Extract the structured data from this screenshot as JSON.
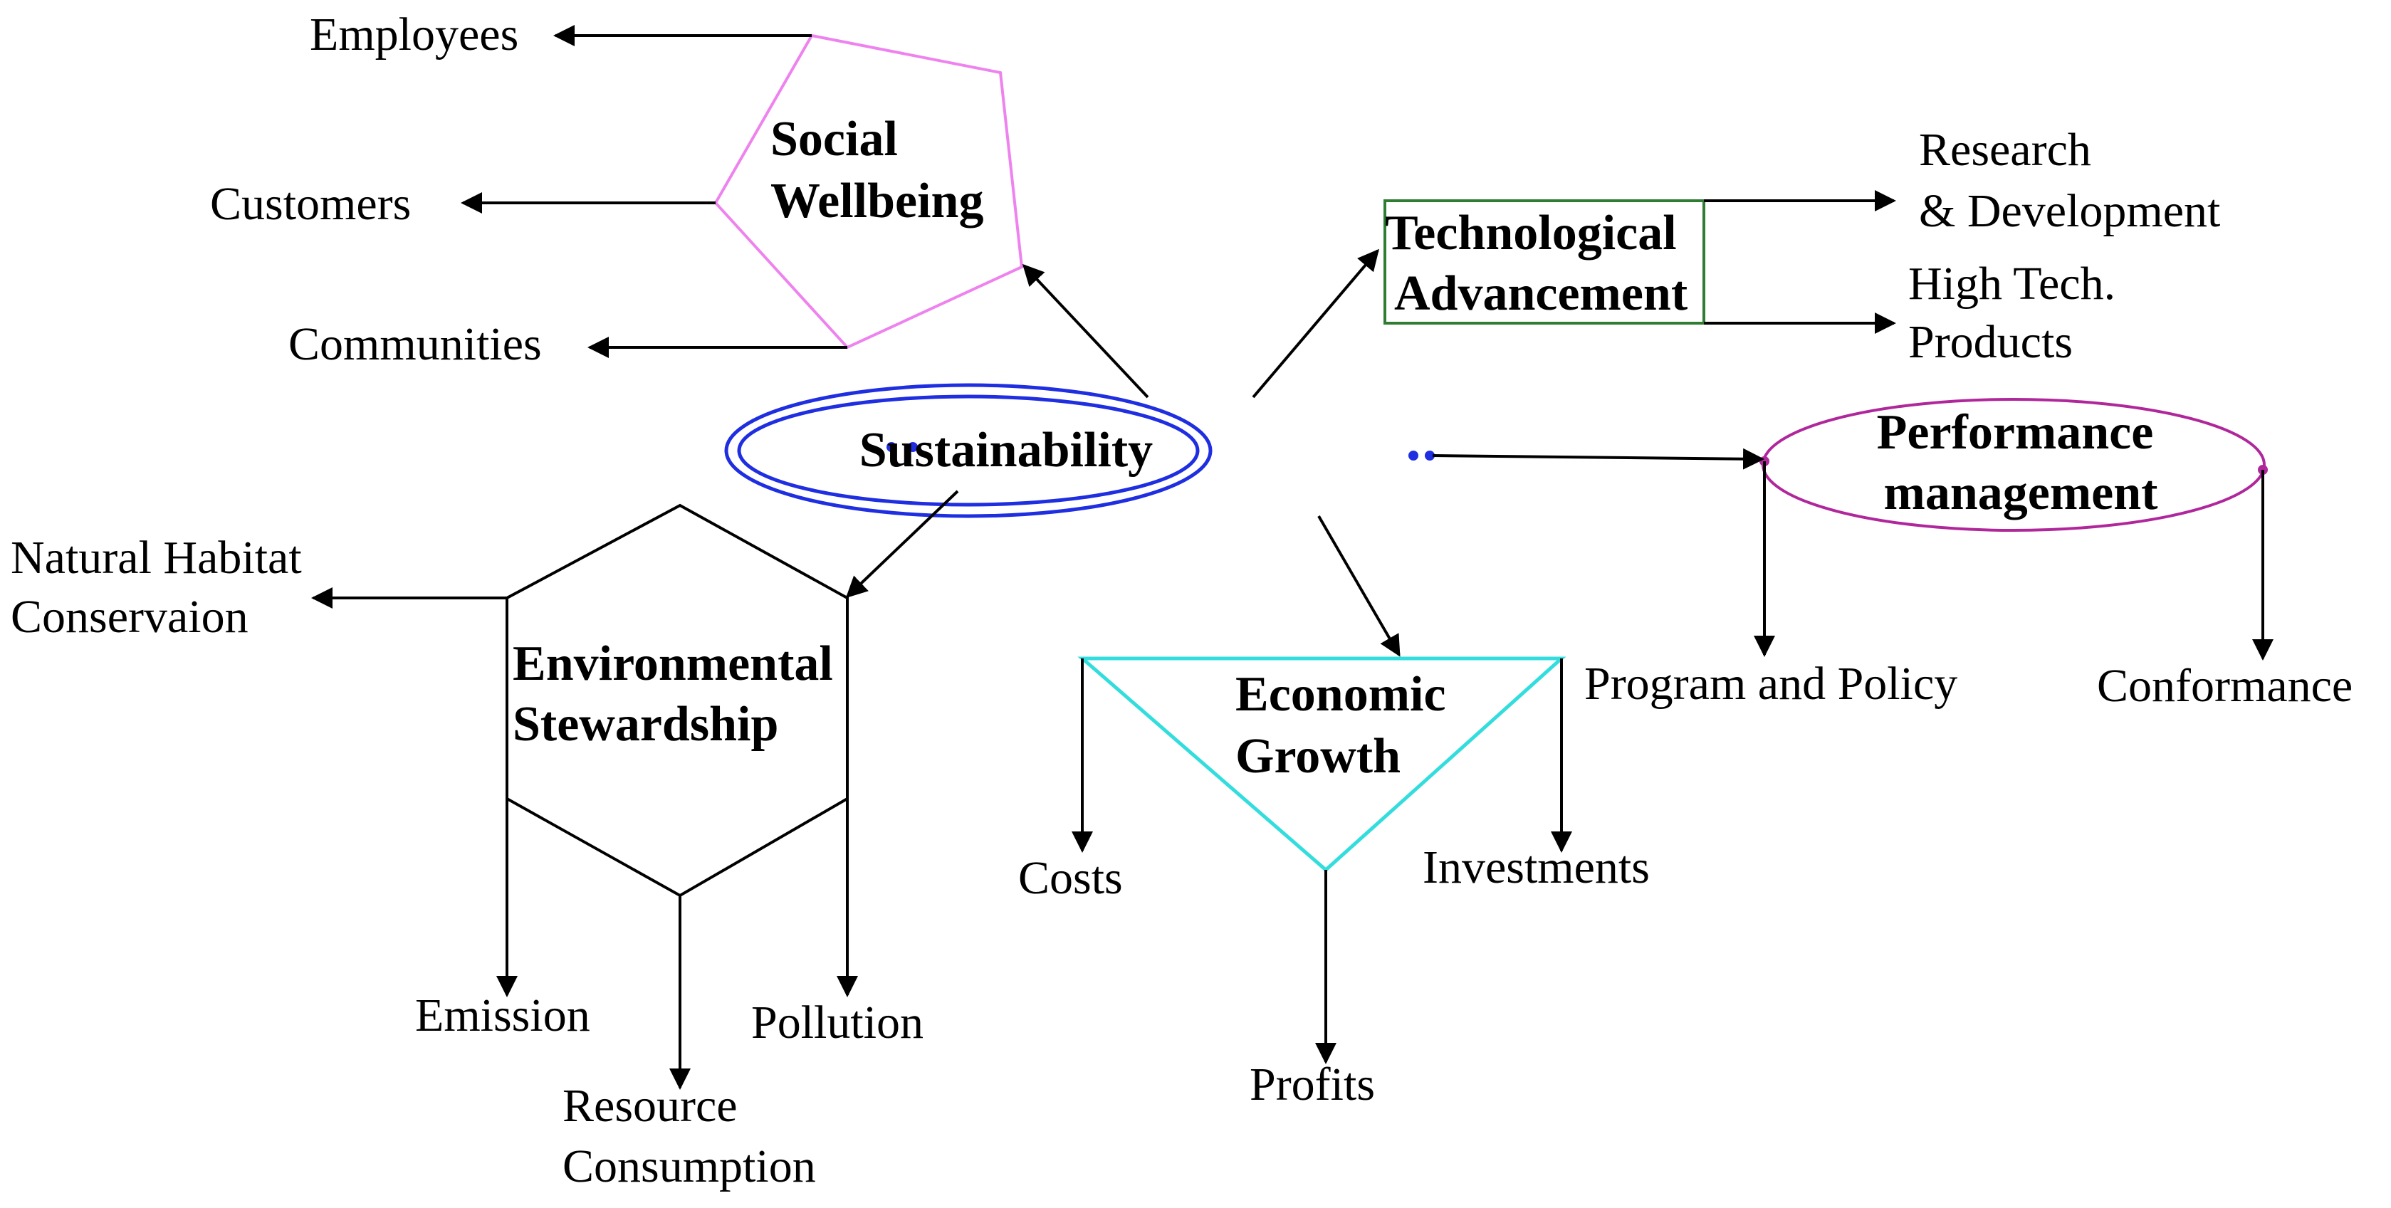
{
  "colors": {
    "social": "#ee82ee",
    "technology": "#2e7d32",
    "core": "#1e2ee0",
    "performance": "#b0279b",
    "environment": "#000000",
    "economic": "#33dddd",
    "edge": "#000000"
  },
  "nodes": {
    "sustainability": "Sustainability",
    "social": {
      "line1": "Social",
      "line2": "Wellbeing"
    },
    "technology": {
      "line1": "Technological",
      "line2": "Advancement"
    },
    "performance": {
      "line1": "Performance",
      "line2": "management"
    },
    "environment": {
      "line1": "Environmental",
      "line2": "Stewardship"
    },
    "economic": {
      "line1": "Economic",
      "line2": "Growth"
    }
  },
  "leaves": {
    "employees": "Employees",
    "customers": "Customers",
    "communities": "Communities",
    "research": {
      "line1": "Research",
      "line2": "& Development"
    },
    "high_tech": {
      "line1": "High Tech.",
      "line2": "Products"
    },
    "program_policy": "Program and Policy",
    "conformance": "Conformance",
    "natural_habitat": {
      "line1": "Natural Habitat",
      "line2": "Conservaion"
    },
    "emission": "Emission",
    "resource": {
      "line1": "Resource",
      "line2": "Consumption"
    },
    "pollution": "Pollution",
    "costs": "Costs",
    "investments": "Investments",
    "profits": "Profits"
  }
}
